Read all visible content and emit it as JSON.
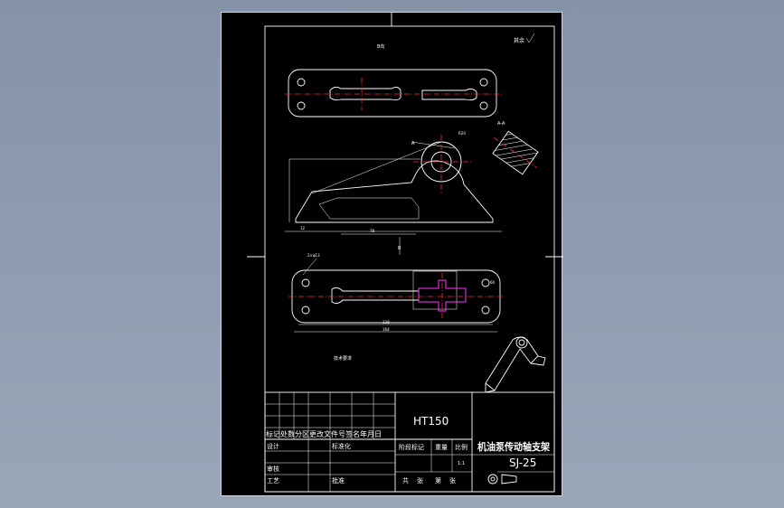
{
  "drawing": {
    "material": "HT150",
    "drawing_no": "SJ-25",
    "part_name": "机油泵传动轴支架",
    "scale": "1:1",
    "roughness_note": "其余",
    "view_label_top": "B向",
    "section_label": "A-A",
    "section_mark_a": "A",
    "section_mark_b": "B",
    "tech_note": "技术要求"
  },
  "title_block": {
    "revision_header": "标记处数分区更改文件号签名年月日",
    "designer": "设计",
    "standardize": "标准化",
    "review": "审核",
    "process": "工艺",
    "approve": "批准",
    "stage_header": "阶段标记",
    "weight_header": "重量",
    "scale_header": "比例",
    "sheets_total": "共",
    "sheets_unit": "张",
    "sheet_no": "第",
    "sheet_unit": "张"
  },
  "dimensions": {
    "d1": "2×φ13",
    "d2": "128",
    "d3": "164",
    "d4": "R20",
    "d5": "12",
    "d6": "78",
    "d7": "60"
  }
}
